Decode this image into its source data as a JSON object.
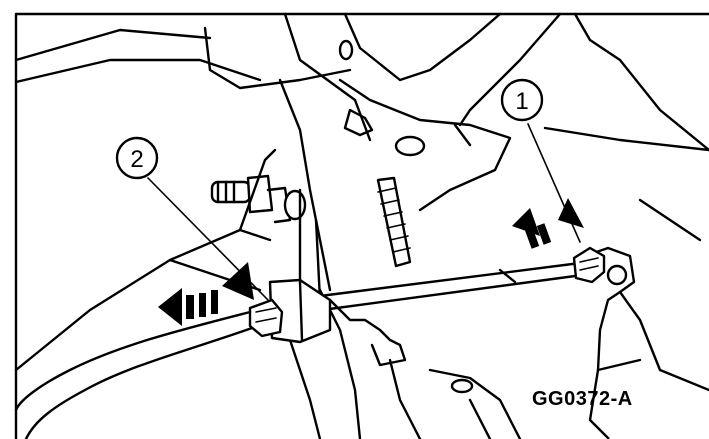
{
  "callouts": [
    {
      "number": "1"
    },
    {
      "number": "2"
    }
  ],
  "figure_code": "GG0372-A"
}
